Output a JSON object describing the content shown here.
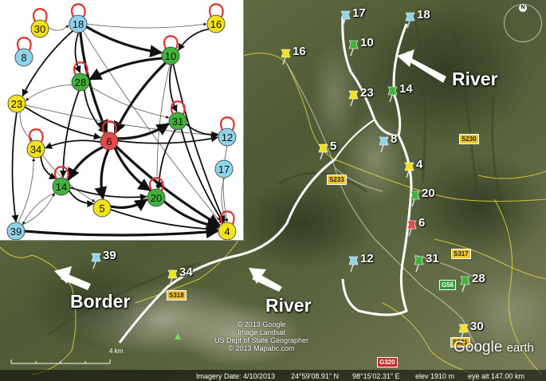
{
  "map": {
    "labels": {
      "river_top": "River",
      "river_bottom": "River",
      "border": "Border"
    },
    "roads": {
      "s230": "S230",
      "s233": "S233",
      "s317": "S317",
      "g56": "G56",
      "s318": "S318",
      "s231": "S231",
      "g320": "G320"
    },
    "copyright": [
      "© 2013 Google",
      "Image Landsat",
      "US Dept of State Geographer",
      "© 2013 Mapabc.com"
    ],
    "scale_label": "4 km",
    "logo": {
      "google": "Google",
      "earth": "earth"
    },
    "status": {
      "imagery_date": "Imagery Date: 4/10/2013",
      "lat": "24°59'08.91\" N",
      "lon": "98°15'02.31\" E",
      "elev": "elev  1910 m",
      "eye": "eye alt 147.00 km"
    },
    "compass_n": "N",
    "colors": {
      "blue_pin": "#8fd3ea",
      "green_pin": "#3fb33a",
      "yellow_pin": "#f2e21c",
      "red_pin": "#e34a4a"
    },
    "pins": [
      {
        "id": "17",
        "color": "blue"
      },
      {
        "id": "18",
        "color": "blue"
      },
      {
        "id": "10",
        "color": "green"
      },
      {
        "id": "16",
        "color": "yellow"
      },
      {
        "id": "14",
        "color": "green"
      },
      {
        "id": "23",
        "color": "yellow"
      },
      {
        "id": "8",
        "color": "blue"
      },
      {
        "id": "5",
        "color": "yellow"
      },
      {
        "id": "4",
        "color": "yellow"
      },
      {
        "id": "20",
        "color": "green"
      },
      {
        "id": "6",
        "color": "red"
      },
      {
        "id": "12",
        "color": "blue"
      },
      {
        "id": "31",
        "color": "green"
      },
      {
        "id": "28",
        "color": "green"
      },
      {
        "id": "39",
        "color": "blue"
      },
      {
        "id": "34",
        "color": "yellow"
      },
      {
        "id": "30",
        "color": "yellow"
      }
    ]
  },
  "network": {
    "nodes": [
      {
        "id": "30",
        "color": "yellow"
      },
      {
        "id": "18",
        "color": "blue"
      },
      {
        "id": "16",
        "color": "yellow"
      },
      {
        "id": "8",
        "color": "blue"
      },
      {
        "id": "10",
        "color": "green"
      },
      {
        "id": "28",
        "color": "green"
      },
      {
        "id": "23",
        "color": "yellow"
      },
      {
        "id": "6",
        "color": "red"
      },
      {
        "id": "31",
        "color": "green"
      },
      {
        "id": "12",
        "color": "blue"
      },
      {
        "id": "34",
        "color": "yellow"
      },
      {
        "id": "17",
        "color": "blue"
      },
      {
        "id": "14",
        "color": "green"
      },
      {
        "id": "5",
        "color": "yellow"
      },
      {
        "id": "20",
        "color": "green"
      },
      {
        "id": "39",
        "color": "blue"
      },
      {
        "id": "4",
        "color": "yellow"
      }
    ],
    "edges": [
      [
        "30",
        "18",
        1
      ],
      [
        "18",
        "10",
        3
      ],
      [
        "18",
        "16",
        1
      ],
      [
        "18",
        "6",
        3
      ],
      [
        "18",
        "28",
        2
      ],
      [
        "18",
        "23",
        2
      ],
      [
        "18",
        "4",
        1
      ],
      [
        "16",
        "10",
        2
      ],
      [
        "10",
        "28",
        3
      ],
      [
        "10",
        "6",
        3
      ],
      [
        "10",
        "31",
        2
      ],
      [
        "10",
        "4",
        2
      ],
      [
        "10",
        "20",
        1
      ],
      [
        "28",
        "6",
        2
      ],
      [
        "28",
        "14",
        2
      ],
      [
        "28",
        "23",
        1
      ],
      [
        "28",
        "31",
        1
      ],
      [
        "23",
        "6",
        2
      ],
      [
        "23",
        "34",
        1
      ],
      [
        "23",
        "39",
        2
      ],
      [
        "23",
        "12",
        1
      ],
      [
        "6",
        "31",
        3
      ],
      [
        "6",
        "12",
        2
      ],
      [
        "6",
        "5",
        3
      ],
      [
        "6",
        "14",
        3
      ],
      [
        "6",
        "20",
        3
      ],
      [
        "6",
        "4",
        3
      ],
      [
        "6",
        "34",
        2
      ],
      [
        "31",
        "12",
        2
      ],
      [
        "31",
        "4",
        2
      ],
      [
        "31",
        "20",
        2
      ],
      [
        "12",
        "4",
        1
      ],
      [
        "17",
        "4",
        1
      ],
      [
        "14",
        "5",
        2
      ],
      [
        "14",
        "20",
        2
      ],
      [
        "14",
        "39",
        1
      ],
      [
        "34",
        "14",
        2
      ],
      [
        "34",
        "5",
        1
      ],
      [
        "5",
        "20",
        3
      ],
      [
        "5",
        "4",
        2
      ],
      [
        "20",
        "4",
        3
      ],
      [
        "39",
        "4",
        3
      ],
      [
        "39",
        "34",
        1
      ],
      [
        "39",
        "14",
        1
      ]
    ],
    "self_loops": [
      "30",
      "8",
      "28",
      "6",
      "31",
      "12",
      "34",
      "14",
      "20",
      "4",
      "16",
      "18",
      "10"
    ]
  }
}
